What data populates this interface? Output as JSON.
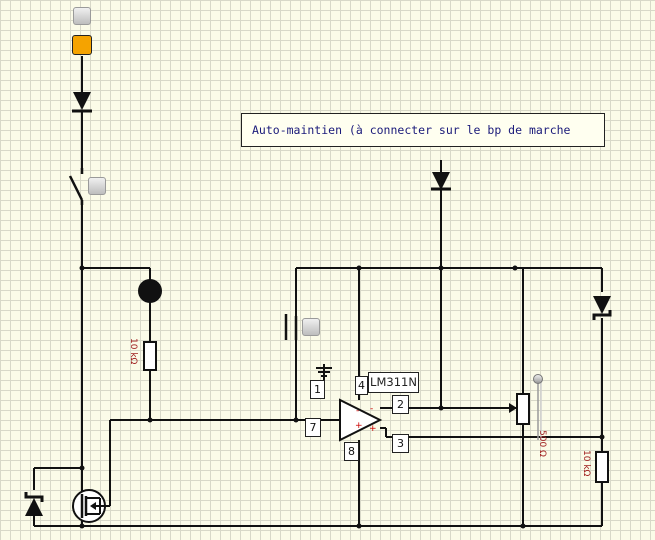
{
  "note": {
    "text": "Auto-maintien (à connecter sur le bp  de marche"
  },
  "chip": {
    "name": "LM311N"
  },
  "pins": {
    "p1": "1",
    "p2": "2",
    "p3": "3",
    "p4": "4",
    "p7": "7",
    "p8": "8"
  },
  "resistors": {
    "r1": "10 kΩ",
    "r2": "10 kΩ",
    "pot": "500 Ω"
  },
  "colors": {
    "led": "#f5a300",
    "wire": "#111111",
    "grid": "#d8d8c8",
    "value_label": "#a02020"
  }
}
